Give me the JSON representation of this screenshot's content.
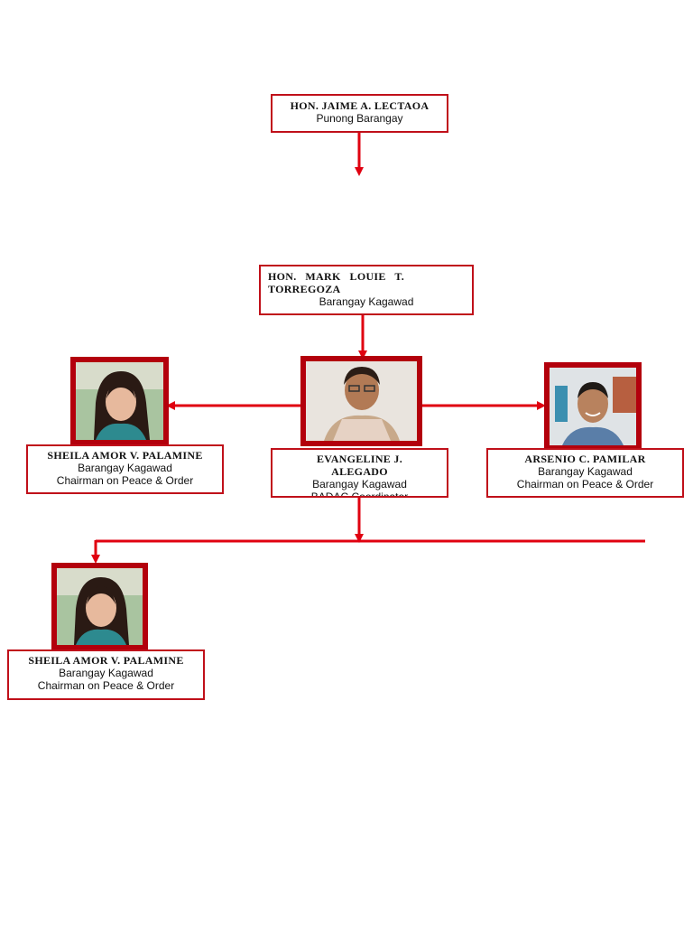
{
  "chart": {
    "accent_color": "#e00010",
    "border_color": "#c0101a",
    "nodes": {
      "captain": {
        "name": "HON. JAIME A. LECTAOA",
        "role": "Punong Barangay"
      },
      "kagawad_head": {
        "name_line1": "HON.   MARK   LOUIE   T.",
        "name_line2": "TORREGOZA",
        "role": "Barangay Kagawad"
      },
      "center": {
        "name_line1": "EVANGELINE J.",
        "name_line2": "ALEGADO",
        "role": "Barangay Kagawad",
        "role2": "BADAC Coordinator"
      },
      "left": {
        "name": "SHEILA AMOR V. PALAMINE",
        "role": "Barangay Kagawad",
        "role2": "Chairman on Peace & Order"
      },
      "right": {
        "name": "ARSENIO C. PAMILAR",
        "role": "Barangay Kagawad",
        "role2": "Chairman on Peace & Order"
      },
      "bottom": {
        "name": "SHEILA AMOR V. PALAMINE",
        "role": "Barangay Kagawad",
        "role2": "Chairman on Peace & Order"
      }
    }
  }
}
